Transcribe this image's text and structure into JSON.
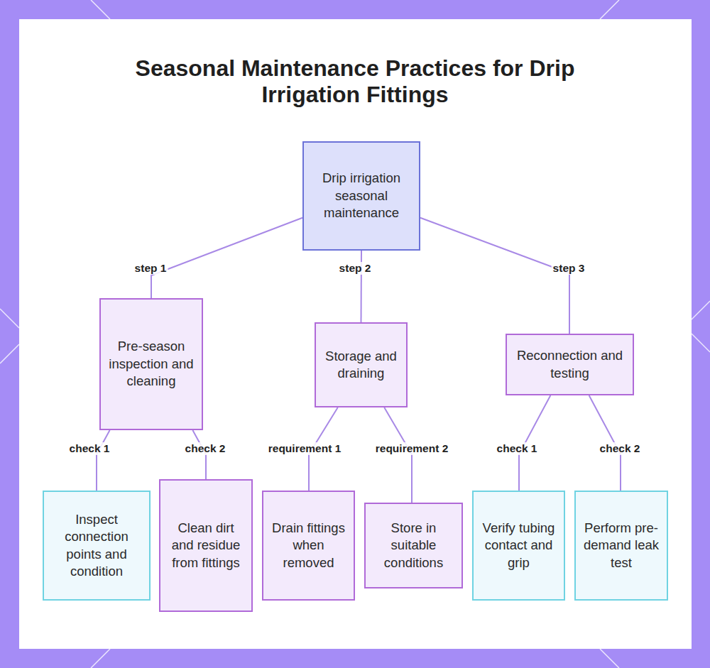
{
  "diagram": {
    "title": "Seasonal Maintenance Practices for Drip Irrigation Fittings",
    "nodes": [
      {
        "text": [
          "Drip irrigation seasonal maintenance"
        ]
      },
      {
        "text": [
          "Pre-season inspection and cleaning"
        ]
      },
      {
        "text": [
          "Storage and draining"
        ]
      },
      {
        "text": [
          "Reconnection and testing"
        ]
      },
      {
        "text": [
          "Inspect connection points and condition"
        ]
      },
      {
        "text": [
          "Clean dirt and residue from fittings"
        ]
      },
      {
        "text": [
          "Drain fittings when removed"
        ]
      },
      {
        "text": [
          "Store in suitable conditions"
        ]
      },
      {
        "text": [
          "Verify tubing contact and grip"
        ]
      },
      {
        "text": [
          "Perform pre-demand leak test"
        ]
      }
    ],
    "edges": [
      {
        "from": 0,
        "to": 1,
        "label": "step 1",
        "arrow": "none"
      },
      {
        "from": 0,
        "to": 2,
        "label": "step 2",
        "arrow": "none"
      },
      {
        "from": 0,
        "to": 3,
        "label": "step 3",
        "arrow": "none"
      },
      {
        "from": 1,
        "to": 4,
        "label": "check 1",
        "arrow": "none"
      },
      {
        "from": 1,
        "to": 5,
        "label": "check 2",
        "arrow": "none"
      },
      {
        "from": 2,
        "to": 6,
        "label": "requirement 1",
        "arrow": "none"
      },
      {
        "from": 2,
        "to": 7,
        "label": "requirement 2",
        "arrow": "none"
      },
      {
        "from": 3,
        "to": 8,
        "label": "check 1",
        "arrow": "none"
      },
      {
        "from": 3,
        "to": 9,
        "label": "check 2",
        "arrow": "none"
      }
    ]
  }
}
